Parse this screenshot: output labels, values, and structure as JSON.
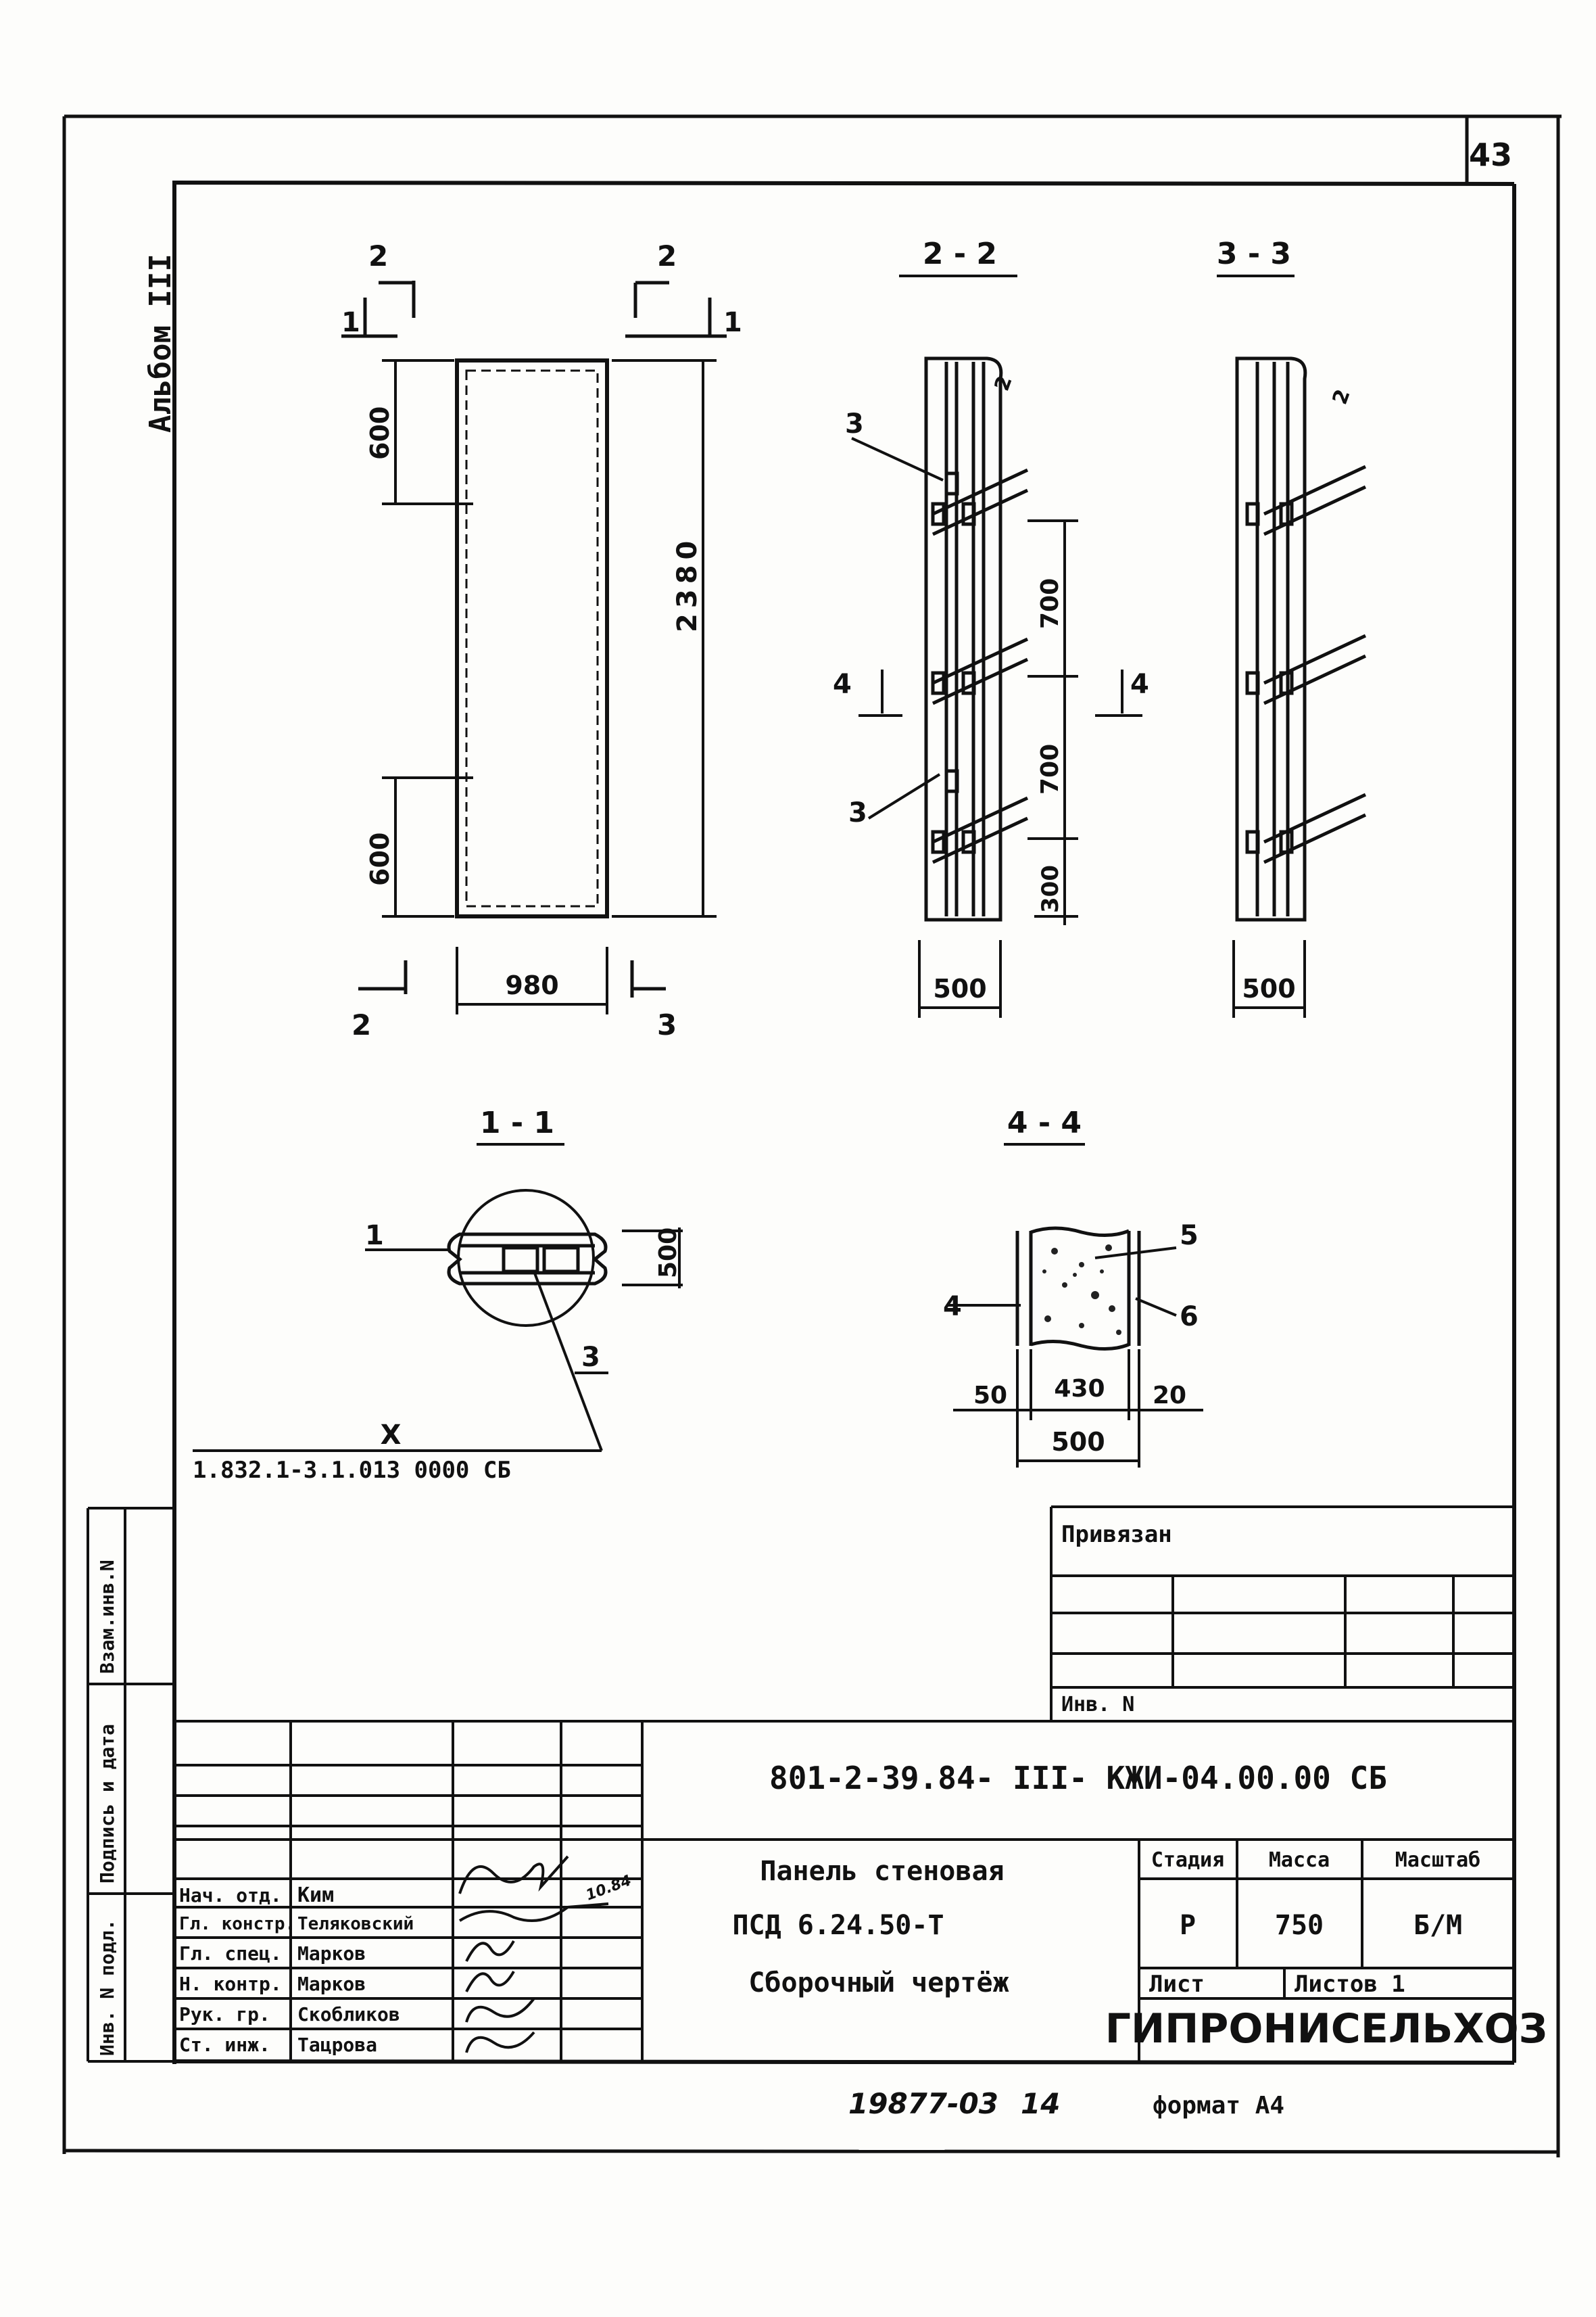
{
  "sheet": {
    "page_number": "43",
    "album_label": "Альбом III",
    "side_stamp": [
      "Взам.инв.N",
      "Подпись и дата",
      "Инв. N подл."
    ]
  },
  "drawing": {
    "section_titles": [
      "2 - 2",
      "3 - 3",
      "1 - 1",
      "4 - 4"
    ],
    "cut_marks": [
      "2",
      "2",
      "1",
      "1",
      "2",
      "3",
      "4",
      "4"
    ],
    "elevation": {
      "dim_top": "600",
      "dim_bottom": "600",
      "dim_height": "2380",
      "dim_width": "980"
    },
    "section_22": {
      "dim_700_a": "700",
      "dim_700_b": "700",
      "dim_300": "300",
      "dim_width": "500",
      "callout_3a": "3",
      "callout_3b": "3",
      "callout_2": "2"
    },
    "section_33": {
      "dim_width": "500",
      "callout_2": "2"
    },
    "section_11": {
      "callout_1": "1",
      "callout_3": "3",
      "dim_500": "500",
      "node_mark": "X",
      "node_ref": "1.832.1-3.1.013 0000 СБ"
    },
    "section_44": {
      "callout_4": "4",
      "callout_5": "5",
      "callout_6": "6",
      "dim_50": "50",
      "dim_430": "430",
      "dim_20": "20",
      "dim_500": "500"
    }
  },
  "binding_block": {
    "title": "Привязан",
    "inv_label": "Инв. N"
  },
  "title_block": {
    "doc_code": "801-2-39.84- III- КЖИ-04.00.00 СБ",
    "name_line1": "Панель стеновая",
    "name_line2": "ПСД 6.24.50-Т",
    "name_line3": "Сборочный чертёж",
    "stage_label": "Стадия",
    "mass_label": "Масса",
    "scale_label": "Масштаб",
    "stage_value": "Р",
    "mass_value": "750",
    "scale_value": "Б/М",
    "sheet_label": "Лист",
    "sheets_label": "Листов 1",
    "organization": "ГИПРОНИСЕЛЬХОЗ",
    "signatures": [
      {
        "role": "Нач. отд.",
        "name": "Ким"
      },
      {
        "role": "Гл. констр.",
        "name": "Теляковский"
      },
      {
        "role": "Гл. спец.",
        "name": "Марков"
      },
      {
        "role": "Н. контр.",
        "name": "Марков"
      },
      {
        "role": "Рук. гр.",
        "name": "Скобликов"
      },
      {
        "role": "Ст. инж.",
        "name": "Тацрова"
      }
    ],
    "signature_date": "10.84"
  },
  "footer": {
    "archive_no": "19877-03",
    "sheet_no": "14",
    "format": "формат А4"
  }
}
